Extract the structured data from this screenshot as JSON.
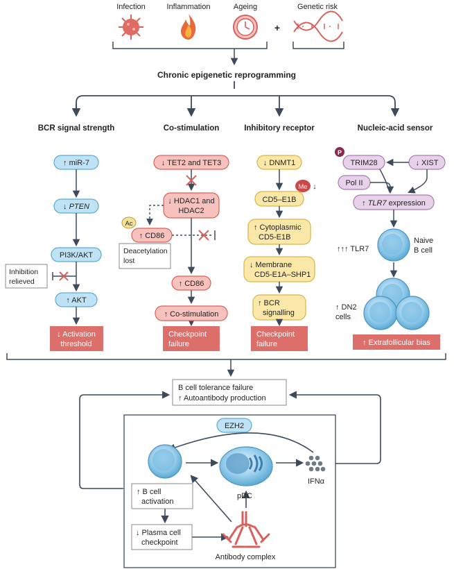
{
  "top": {
    "factors": [
      "Infection",
      "Inflammation",
      "Ageing"
    ],
    "plus": "+",
    "genetic_risk": "Genetic risk",
    "central": "Chronic epigenetic reprogramming"
  },
  "columns": {
    "bcr": "BCR signal strength",
    "costim": "Co-stimulation",
    "inhib": "Inhibitory receptor",
    "nucleic": "Nucleic-acid sensor"
  },
  "bcr": {
    "mir7": "↑ miR-7",
    "pten_arrow": "↓",
    "pten": "PTEN",
    "pi3k": "PI3K/AKT",
    "akt": "↑ AKT",
    "inhibition_line1": "Inhibition",
    "inhibition_line2": "relieved",
    "outcome_line1": "↓ Activation",
    "outcome_line2": "threshold"
  },
  "costim": {
    "tet": "↓ TET2 and TET3",
    "hdac_line1": "↓ HDAC1 and",
    "hdac_line2": "HDAC2",
    "ac": "Ac",
    "cd86_top": "↑ CD86",
    "deacetyl_line1": "Deacetylation",
    "deacetyl_line2": "lost",
    "cd86": "↑ CD86",
    "costim": "↑ Co-stimulation",
    "outcome_line1": "Checkpoint",
    "outcome_line2": "failure"
  },
  "inhib": {
    "dnmt1": "↓ DNMT1",
    "me": "Me",
    "me_arrow": "↓",
    "cd5e1b": "CD5–E1B",
    "cyto_line1": "↑ Cytoplasmic",
    "cyto_line2": "CD5-E1B",
    "memb_line1": "↓ Membrane",
    "memb_line2": "CD5-E1A–SHP1",
    "bcrsig_line1": "↑ BCR",
    "bcrsig_line2": "signalling",
    "outcome_line1": "Checkpoint",
    "outcome_line2": "failure"
  },
  "nucleic": {
    "p": "P",
    "trim28": "TRIM28",
    "xist": "↓ XIST",
    "pol2": "Pol II",
    "tlr7_arrow": "↑",
    "tlr7": "TLR7",
    "tlr7_suffix": " expression",
    "tlr7_levels": "↑↑↑ TLR7",
    "naive_line1": "Naive",
    "naive_line2": "B cell",
    "dn2_line1": "↑ DN2",
    "dn2_line2": "cells",
    "outcome": "↑ Extrafollicular bias"
  },
  "bottom": {
    "tolerance_line1": "B cell tolerance failure",
    "tolerance_line2": "↑ Autoantibody production",
    "ezh2": "EZH2",
    "pdc": "pDC",
    "ifn": "IFNα",
    "bact_line1": "↑ B cell",
    "bact_line2": "activation",
    "plasma_line1": "↓ Plasma cell",
    "plasma_line2": "checkpoint",
    "antibody": "Antibody complex"
  },
  "colors": {
    "blue_fill": "#bfe3f5",
    "blue_stroke": "#5aaad4",
    "red_fill": "#f7c1bd",
    "red_stroke": "#d9605a",
    "yellow_fill": "#fbe7a8",
    "yellow_stroke": "#d9b54a",
    "purple_fill": "#e7d2ea",
    "purple_stroke": "#a77bb2",
    "outcome_red": "#dc6f6a",
    "line": "#3d4a5c"
  }
}
